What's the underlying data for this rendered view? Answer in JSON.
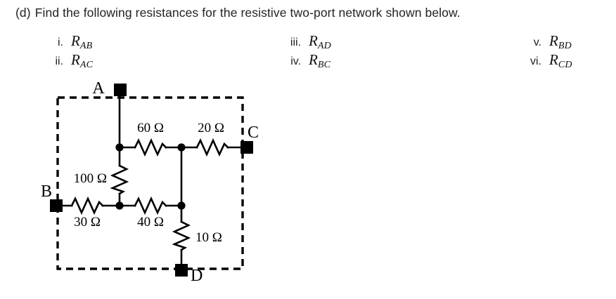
{
  "question": {
    "marker": "(d)",
    "text": "Find the following resistances for the resistive two-port network shown below."
  },
  "subquestions": {
    "columns": [
      {
        "items": [
          {
            "num": "i.",
            "symbol": "R",
            "subscript": "AB"
          },
          {
            "num": "ii.",
            "symbol": "R",
            "subscript": "AC"
          }
        ]
      },
      {
        "items": [
          {
            "num": "iii.",
            "symbol": "R",
            "subscript": "AD"
          },
          {
            "num": "iv.",
            "symbol": "R",
            "subscript": "BC"
          }
        ]
      },
      {
        "items": [
          {
            "num": "v.",
            "symbol": "R",
            "subscript": "BD"
          },
          {
            "num": "vi.",
            "symbol": "R",
            "subscript": "CD"
          }
        ]
      }
    ]
  },
  "circuit": {
    "terminals": [
      {
        "id": "A",
        "label": "A"
      },
      {
        "id": "B",
        "label": "B"
      },
      {
        "id": "C",
        "label": "C"
      },
      {
        "id": "D",
        "label": "D"
      }
    ],
    "resistors": [
      {
        "id": "r60",
        "label": "60 Ω",
        "value": 60,
        "unit": "Ω",
        "between": [
          "n1",
          "n2"
        ],
        "orientation": "horizontal"
      },
      {
        "id": "r20",
        "label": "20 Ω",
        "value": 20,
        "unit": "Ω",
        "between": [
          "n2",
          "C"
        ],
        "orientation": "horizontal"
      },
      {
        "id": "r100",
        "label": "100 Ω",
        "value": 100,
        "unit": "Ω",
        "between": [
          "n1",
          "n3"
        ],
        "orientation": "vertical"
      },
      {
        "id": "r30",
        "label": "30 Ω",
        "value": 30,
        "unit": "Ω",
        "between": [
          "B",
          "n3"
        ],
        "orientation": "horizontal"
      },
      {
        "id": "r40",
        "label": "40 Ω",
        "value": 40,
        "unit": "Ω",
        "between": [
          "n3",
          "n4"
        ],
        "orientation": "horizontal"
      },
      {
        "id": "r10",
        "label": "10 Ω",
        "value": 10,
        "unit": "Ω",
        "between": [
          "n4",
          "D"
        ],
        "orientation": "vertical"
      }
    ],
    "boundary": {
      "style": "dashed",
      "description": "two-port network boundary"
    },
    "colors": {
      "wire": "#000000",
      "background": "#ffffff",
      "text": "#000000"
    }
  }
}
